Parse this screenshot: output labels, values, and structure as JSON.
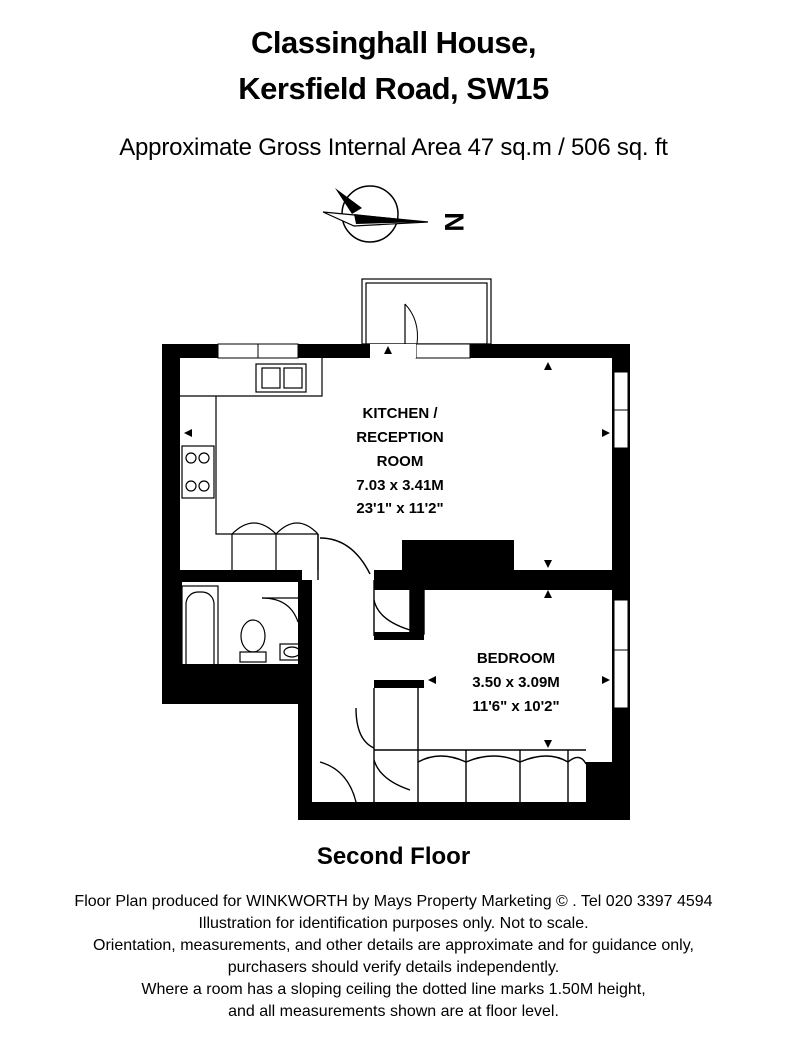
{
  "header": {
    "title_line1": "Classinghall House,",
    "title_line2": "Kersfield Road, SW15",
    "area": "Approximate Gross Internal Area 47 sq.m  /  506 sq. ft"
  },
  "compass": {
    "letter": "N"
  },
  "rooms": {
    "kitchen": {
      "name_line1": "KITCHEN /",
      "name_line2": "RECEPTION",
      "name_line3": "ROOM",
      "metric": "7.03 x 3.41M",
      "imperial": "23'1\" x 11'2\""
    },
    "bedroom": {
      "name": "BEDROOM",
      "metric": "3.50 x 3.09M",
      "imperial": "11'6\" x 10'2\""
    }
  },
  "floor_label": "Second Floor",
  "disclaimer": [
    "Floor Plan produced for WINKWORTH by Mays Property Marketing  © . Tel 020 3397 4594",
    "Illustration for identification purposes only. Not to scale.",
    "Orientation, measurements, and other details are approximate and for guidance only,",
    "purchasers should verify details independently.",
    "Where a room has a sloping ceiling the dotted line marks 1.50M height,",
    "and all measurements shown are at floor level."
  ],
  "colors": {
    "wall": "#000000",
    "background": "#ffffff",
    "line": "#000000"
  }
}
